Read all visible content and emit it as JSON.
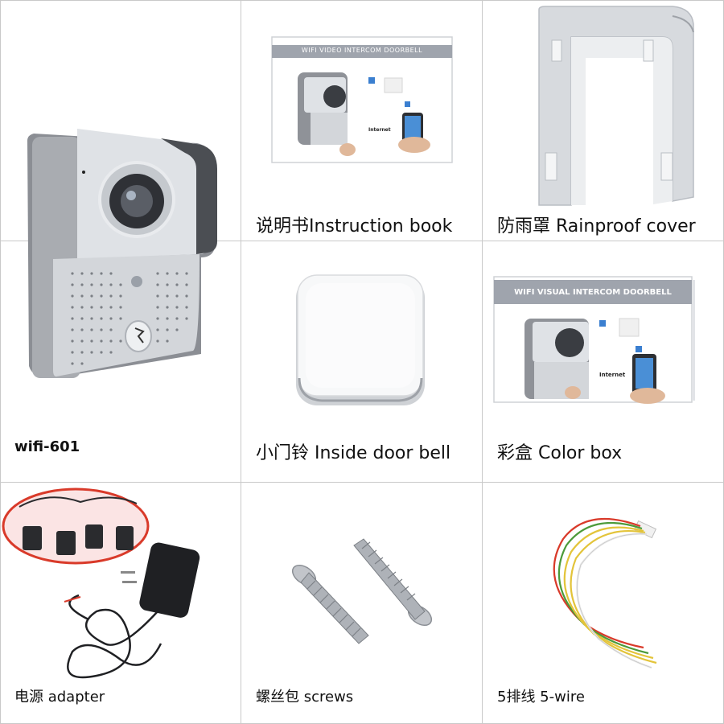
{
  "cells": [
    {
      "id": "doorbell",
      "caption": "wifi-601"
    },
    {
      "id": "manual",
      "caption": "说明书Instruction book",
      "banner": "WIFI VIDEO INTERCOM DOORBELL",
      "badge": "Internet"
    },
    {
      "id": "cover",
      "caption": "防雨罩 Rainproof cover"
    },
    {
      "id": "chime",
      "caption": "小门铃 Inside door bell"
    },
    {
      "id": "box",
      "caption": "彩盒 Color box",
      "banner": "WIFI VISUAL INTERCOM DOORBELL",
      "badge": "Internet"
    },
    {
      "id": "adapter",
      "caption": "电源 adapter"
    },
    {
      "id": "screws",
      "caption": "螺丝包  screws"
    },
    {
      "id": "wire",
      "caption": "5排线  5-wire"
    }
  ],
  "colors": {
    "grid_line": "#c9c9c9",
    "panel": "#cfd2d6",
    "housing": "#6a6d72",
    "wire_red": "#d93a2a",
    "wire_green": "#4c9a3a",
    "wire_yellow": "#e3c43a",
    "wire_white": "#e9e9e9"
  }
}
